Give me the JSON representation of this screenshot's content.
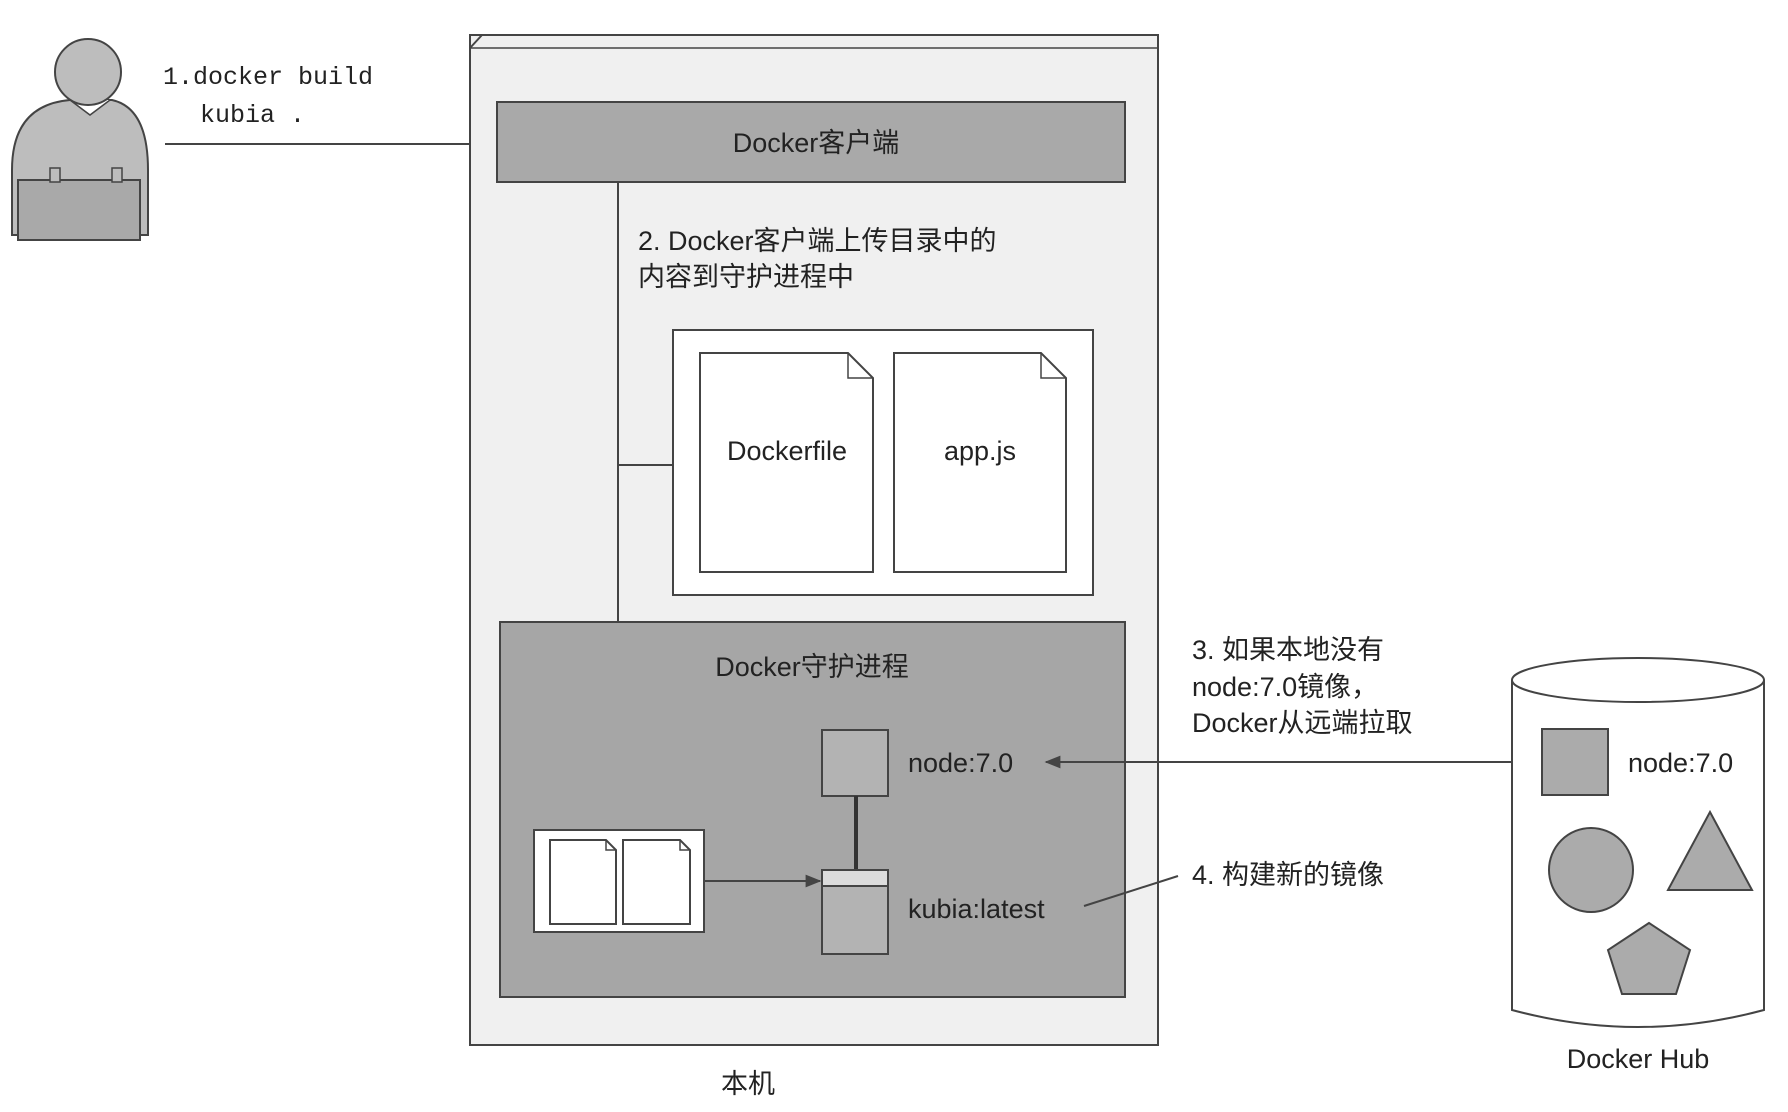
{
  "user": {
    "step1_line1": "1.docker build",
    "step1_line2": "kubia ."
  },
  "local_machine": {
    "label": "本机",
    "client_label": "Docker客户端",
    "step2_line1": "2. Docker客户端上传目录中的",
    "step2_line2": "内容到守护进程中",
    "files": [
      "Dockerfile",
      "app.js"
    ],
    "daemon": {
      "label": "Docker守护进程",
      "base_image": "node:7.0",
      "new_image": "kubia:latest"
    }
  },
  "step3": {
    "line1": "3. 如果本地没有",
    "line2": "node:7.0镜像，",
    "line3": "Docker从远端拉取"
  },
  "step4": "4. 构建新的镜像",
  "docker_hub": {
    "label": "Docker Hub",
    "image": "node:7.0"
  },
  "colors": {
    "outer_box": "#f0f0f0",
    "client_bar": "#a9a9a9",
    "daemon_box": "#a6a6a6",
    "image_block": "#b3b3b3",
    "line": "#444444"
  }
}
